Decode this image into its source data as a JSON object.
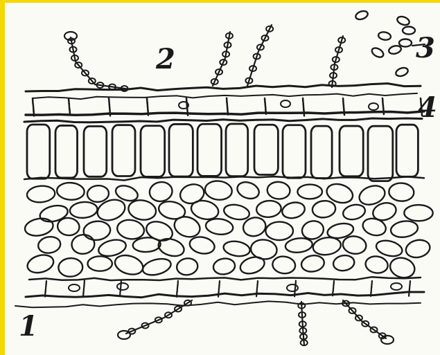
{
  "figure": {
    "labels": [
      "1",
      "2",
      "3",
      "4"
    ],
    "colors": {
      "ink": "#1a1a1a",
      "frame": "#f5d800",
      "paper": "#fbfbf6"
    }
  }
}
